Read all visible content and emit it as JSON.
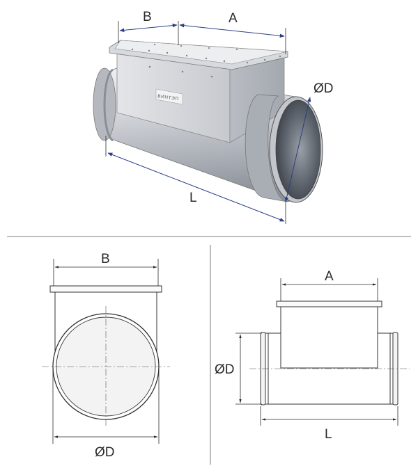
{
  "labels": {
    "top_b": "B",
    "top_a": "A",
    "top_d": "ØD",
    "top_l": "L",
    "brand": "ВИНТЭП",
    "left_b": "B",
    "left_d": "ØD",
    "right_a": "A",
    "right_d": "ØD",
    "right_l": "L"
  },
  "colors": {
    "dimension_line": "#2a3f86",
    "metal": "#c9ccd1",
    "outline": "#333333"
  }
}
